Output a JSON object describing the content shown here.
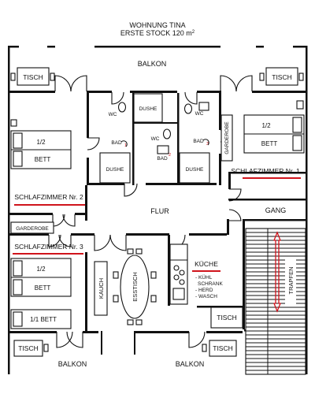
{
  "header": {
    "line1": "WOHNUNG TINA",
    "line2_prefix": "ERSTE STOCK 120 m",
    "line2_sup": "2"
  },
  "labels": {
    "balkon_top": "BALKON",
    "balkon_bottom_left": "BALKON",
    "balkon_bottom_right": "BALKON",
    "tisch_top_left": "TISCH",
    "tisch_top_right": "TISCH",
    "tisch_mid_right": "TISCH",
    "tisch_bottom_left": "TISCH",
    "tisch_bottom_right": "TISCH",
    "wc_left": "WC",
    "wc_center": "WC",
    "wc_right": "WC",
    "dushe_top": "DUSHE",
    "dushe_left": "DUSHE",
    "dushe_right": "DUSHE",
    "bad_left": "BAD",
    "bad_left_num": "1",
    "bad_center": "BAD",
    "bad_center_num": "2",
    "bad_right": "BAD",
    "bad_right_num": "3",
    "garderobe_right": "GARDEROBE",
    "garderobe_left": "GARDEROBE",
    "bed1_half": "1/2",
    "bed1_bett": "BETT",
    "bed2_half": "1/2",
    "bed2_bett": "BETT",
    "bed3_half": "1/2",
    "bed3_bett": "BETT",
    "bed4": "1/1 BETT",
    "schlafzimmer_1": "SCHLAFZIMMER Nr. 1",
    "schlafzimmer_2": "SCHLAFZIMMER Nr. 2",
    "schlafzimmer_3": "SCHLAFZIMMER Nr. 3",
    "flur": "FLUR",
    "gang": "GANG",
    "kauch": "KAUCH",
    "esstisch": "ESSTISCH",
    "kuche": "KÜCHE",
    "kuche_items": [
      "- KÜHL",
      "SCHRANK",
      "- HERD",
      "- WASCH"
    ],
    "trapfen": "TRAPFEN"
  },
  "colors": {
    "wall": "#111111",
    "highlight": "#d0141c",
    "background": "#ffffff"
  }
}
